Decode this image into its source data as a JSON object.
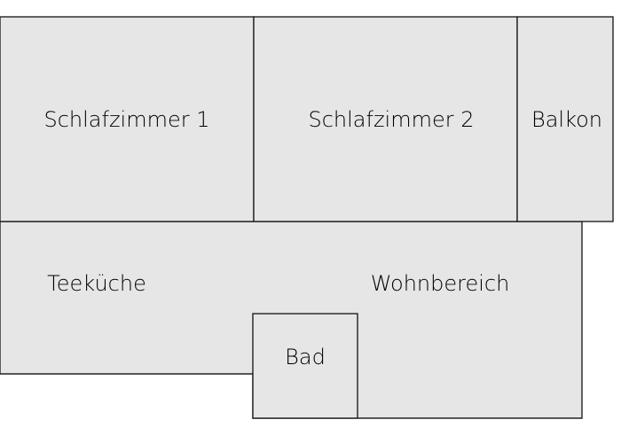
{
  "floorplan": {
    "colors": {
      "room_fill": "#e6e6e6",
      "wall_stroke": "#222222",
      "background": "#ffffff"
    },
    "rooms": {
      "schlafzimmer_1": {
        "label": "Schlafzimmer 1"
      },
      "schlafzimmer_2": {
        "label": "Schlafzimmer 2"
      },
      "balkon": {
        "label": "Balkon"
      },
      "teekueche": {
        "label": "Teeküche"
      },
      "wohnbereich": {
        "label": "Wohnbereich"
      },
      "bad": {
        "label": "Bad"
      }
    }
  }
}
